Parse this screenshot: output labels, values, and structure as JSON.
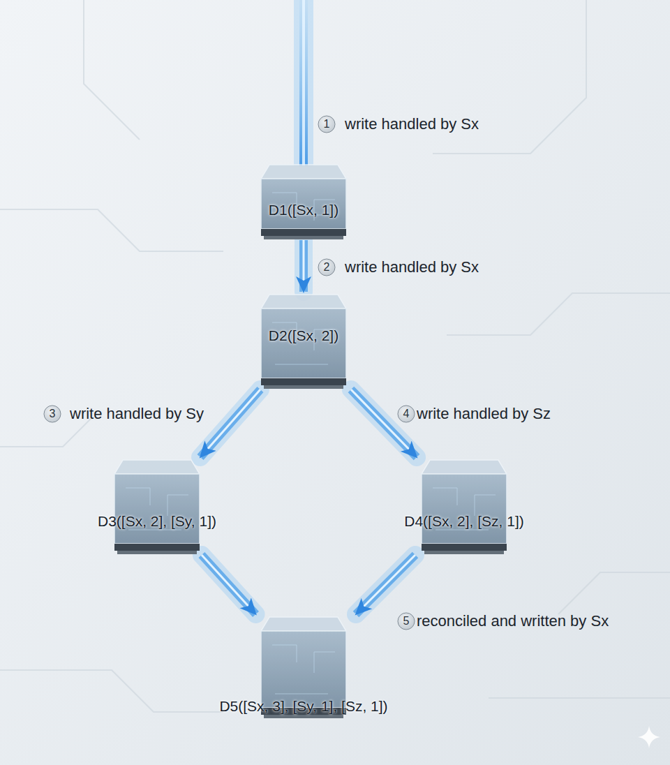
{
  "diagram": {
    "nodes": [
      {
        "text": [
          "D1([Sx, 1])"
        ]
      },
      {
        "text": [
          "D2([Sx, 2])"
        ]
      },
      {
        "text": [
          "D3([Sx, 2], [Sy, 1])"
        ]
      },
      {
        "text": [
          "D4([Sx, 2], [Sz, 1])"
        ]
      },
      {
        "text": [
          "D5([Sx, 3], [Sy, 1], [Sz, 1])"
        ]
      }
    ],
    "edges": [
      {
        "from": 0,
        "to": 1,
        "arrow": "to",
        "label": "write handled by Sx"
      },
      {
        "from": 1,
        "to": 2,
        "arrow": "to",
        "label": "write handled by Sy"
      },
      {
        "from": 1,
        "to": 3,
        "arrow": "to",
        "label": "write handled by Sz"
      },
      {
        "from": 2,
        "to": 4,
        "arrow": "to"
      },
      {
        "from": 3,
        "to": 4,
        "arrow": "to",
        "label": "reconciled and written by Sx"
      }
    ],
    "labels": [
      "1",
      "write handled by Sx",
      "2",
      "3",
      "4",
      "5"
    ]
  }
}
